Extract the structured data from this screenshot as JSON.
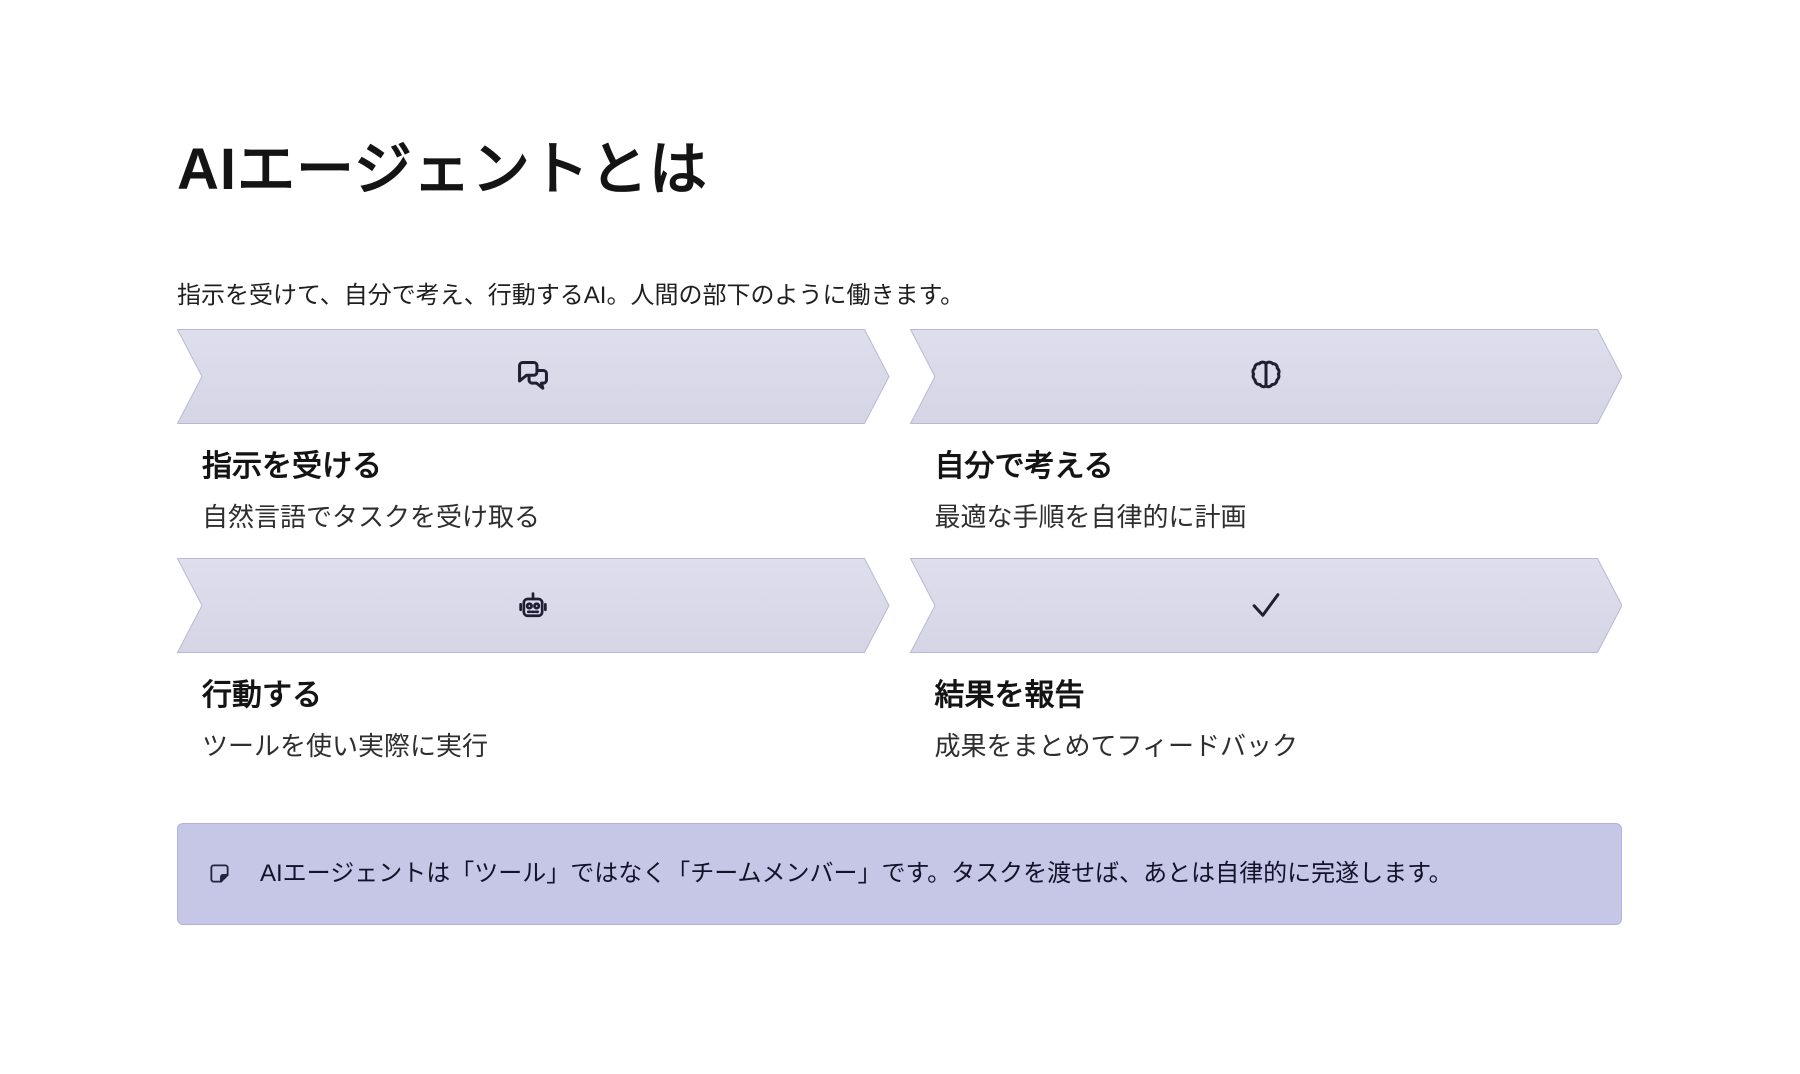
{
  "page": {
    "title": "AIエージェントとは",
    "subtitle": "指示を受けて、自分で考え、行動するAI。人間の部下のように働きます。"
  },
  "steps": [
    {
      "icon": "chat-bubbles-icon",
      "title": "指示を受ける",
      "description": "自然言語でタスクを受け取る"
    },
    {
      "icon": "brain-icon",
      "title": "自分で考える",
      "description": "最適な手順を自律的に計画"
    },
    {
      "icon": "robot-icon",
      "title": "行動する",
      "description": "ツールを使い実際に実行"
    },
    {
      "icon": "check-icon",
      "title": "結果を報告",
      "description": "成果をまとめてフィードバック"
    }
  ],
  "callout": {
    "icon": "sticky-note-icon",
    "text": "AIエージェントは「ツール」ではなく「チームメンバー」です。タスクを渡せば、あとは自律的に完遂します。"
  },
  "colors": {
    "banner_fill": "#dadae9",
    "banner_border": "#b9b9d3",
    "callout_fill": "#c6c6e7",
    "icon_stroke": "#1f1f33",
    "text_primary": "#141414",
    "text_secondary": "#2e2e2e"
  }
}
